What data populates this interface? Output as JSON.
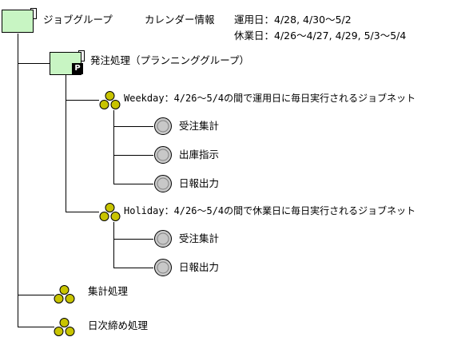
{
  "root": {
    "label": "ジョブグループ",
    "calendar_title": "カレンダー情報",
    "operating_days": "運用日：4/28, 4/30～5/2",
    "holidays": "休業日：4/26～4/27, 4/29, 5/3～5/4"
  },
  "planning_group": {
    "label": "発注処理（プランニンググループ）",
    "badge": "P"
  },
  "jobnets": [
    {
      "label": "Weekday：4/26～5/4の間で運用日に毎日実行されるジョブネット",
      "jobs": [
        "受注集計",
        "出庫指示",
        "日報出力"
      ]
    },
    {
      "label": "Holiday：4/26～5/4の間で休業日に毎日実行されるジョブネット",
      "jobs": [
        "受注集計",
        "日報出力"
      ]
    }
  ],
  "other_jobnets": [
    "集計処理",
    "日次締め処理"
  ],
  "colors": {
    "group_fill": "#c8f5c3",
    "jobnet_fill": "#c8c400",
    "job_fill": "#c8c8c8"
  }
}
